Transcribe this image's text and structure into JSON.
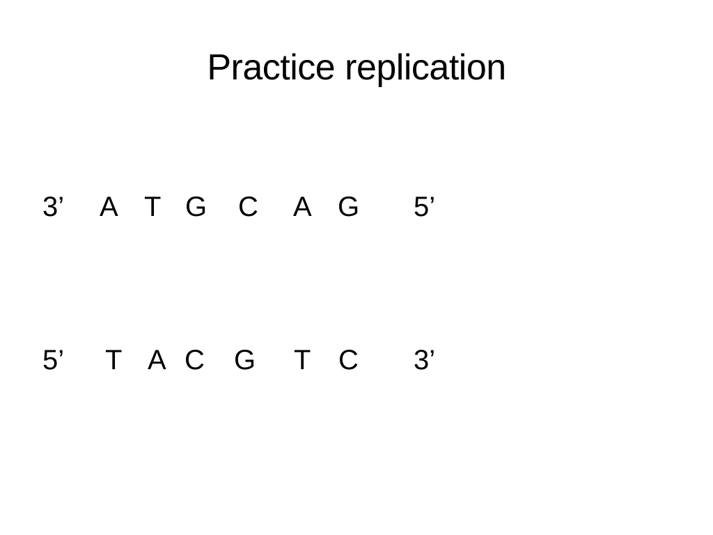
{
  "slide": {
    "title": "Practice replication",
    "strands": [
      {
        "start": "3’",
        "bases": [
          "A",
          "T",
          "G",
          "C",
          "A",
          "G"
        ],
        "end": "5’"
      },
      {
        "start": "5’",
        "bases": [
          "T",
          "A",
          "C",
          "G",
          "T",
          "C"
        ],
        "end": "3’"
      }
    ]
  }
}
